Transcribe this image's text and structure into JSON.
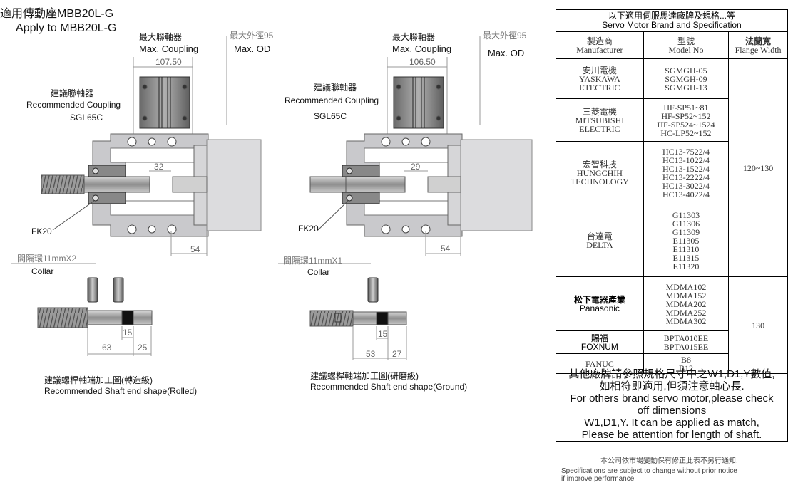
{
  "title": {
    "line1": "適用傳動座MBB20L-G",
    "line2": "Apply to MBB20L-G"
  },
  "left": {
    "max_coupling_cn": "最大聯軸器",
    "max_coupling_en": "Max. Coupling",
    "max_od_cn": "最大外徑95",
    "max_od_en": "Max. OD",
    "dim_coupling": "107.50",
    "rec_coupling_cn": "建議聯軸器",
    "rec_coupling_en": "Recommended Coupling",
    "rec_coupling_model": "SGL65C",
    "dim_32": "32",
    "dim_54": "54",
    "fk": "FK20",
    "collar_cn": "間隔環11mmX2",
    "collar_en": "Collar",
    "dim_15": "15",
    "dim_63": "63",
    "dim_25": "25",
    "shaft_cn": "建議螺桿軸端加工圖(轉造級)",
    "shaft_en": "Recommended Shaft end shape(Rolled)"
  },
  "right": {
    "max_coupling_cn": "最大聯軸器",
    "max_coupling_en": "Max. Coupling",
    "max_od_cn": "最大外徑95",
    "max_od_en": "Max. OD",
    "dim_coupling": "106.50",
    "rec_coupling_cn": "建議聯軸器",
    "rec_coupling_en": "Recommended Coupling",
    "rec_coupling_model": "SGL65C",
    "dim_29": "29",
    "dim_54": "54",
    "fk": "FK20",
    "collar_cn": "間隔環11mmX1",
    "collar_en": "Collar",
    "dim_15": "15",
    "dim_53": "53",
    "dim_27": "27",
    "shaft_cn": "建議螺桿軸端加工圖(研磨級)",
    "shaft_en": "Recommended Shaft end shape(Ground)"
  },
  "table": {
    "header_cn": "以下適用伺服馬達廠牌及規格...等",
    "header_en": "Servo Motor Brand and Specification",
    "col_manufacturer_cn": "製造商",
    "col_manufacturer_en": "Manufacturer",
    "col_model_cn": "型號",
    "col_model_en": "Model No",
    "col_flange_cn": "法蘭寬",
    "col_flange_en": "Flange Width",
    "rows": [
      {
        "cn": "安川電機",
        "en1": "YASKAWA",
        "en2": "ETECTRIC",
        "models": [
          "SGMGH-05",
          "SGMGH-09",
          "SGMGH-13"
        ]
      },
      {
        "cn": "三菱電機",
        "en1": "MITSUBISHI",
        "en2": "ELECTRIC",
        "models": [
          "HF-SP51~81",
          "HF-SP52~152",
          "HF-SP524~1524",
          "HC-LP52~152"
        ]
      },
      {
        "cn": "宏智科技",
        "en1": "HUNGCHIH",
        "en2": "TECHNOLOGY",
        "models": [
          "HC13-7522/4",
          "HC13-1022/4",
          "HC13-1522/4",
          "HC13-2222/4",
          "HC13-3022/4",
          "HC13-4022/4"
        ]
      },
      {
        "cn": "台達電",
        "en1": "DELTA",
        "en2": "",
        "models": [
          "G11303",
          "G11306",
          "G11309",
          "E11305",
          "E11310",
          "E11315",
          "E11320"
        ]
      },
      {
        "cn": "松下電器產業",
        "en1": "Panasonic",
        "en2": "",
        "models": [
          "MDMA102",
          "MDMA152",
          "MDMA202",
          "MDMA252",
          "MDMA302"
        ]
      },
      {
        "cn": "賜福",
        "en1": "FOXNUM",
        "en2": "",
        "models": [
          "BPTA010EE",
          "BPTA015EE"
        ]
      },
      {
        "cn": "",
        "en1": "FANUC",
        "en2": "",
        "models": [
          "B8",
          "B12"
        ]
      }
    ],
    "flange_1": "120~130",
    "flange_2": "130"
  },
  "note": {
    "cn1": "其他廠牌請參照規格尺寸中之W1,D1,Y數值,",
    "cn2": "如相符即適用,但須注意軸心長.",
    "en1": "For others brand servo motor,please check",
    "en2": "off dimensions",
    "en3": "W1,D1,Y. It can be applied as match,",
    "en4": "Please be attention for length of shaft."
  },
  "footer": {
    "cn": "本公司依市場變動保有修正此表不另行通知.",
    "en1": "Specifications are subject to change without prior notice",
    "en2": " if improve performance"
  }
}
